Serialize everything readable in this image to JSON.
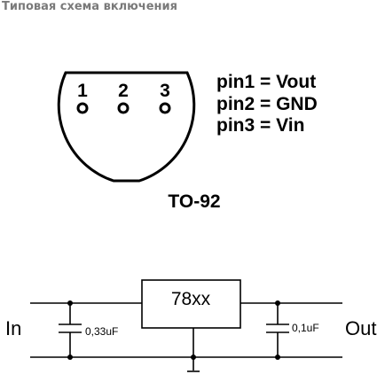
{
  "page": {
    "title": "Типовая схема включения"
  },
  "package": {
    "name": "TO-92",
    "pins": [
      {
        "number": "1"
      },
      {
        "number": "2"
      },
      {
        "number": "3"
      }
    ],
    "pin_map": [
      "pin1 = Vout",
      "pin2 = GND",
      "pin3 = Vin"
    ]
  },
  "circuit": {
    "regulator": "78xx",
    "input_label": "In",
    "output_label": "Out",
    "input_cap": "0,33uF",
    "output_cap": "0,1uF"
  },
  "colors": {
    "ink": "#000000",
    "title": "#7a7a7a",
    "background": "#ffffff"
  }
}
